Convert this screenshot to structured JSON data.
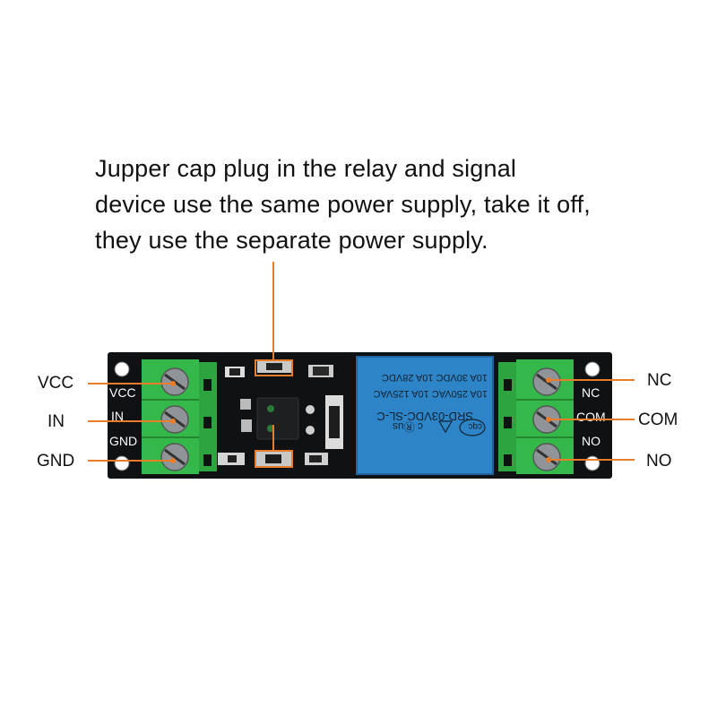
{
  "caption": {
    "lines": [
      "Jupper cap plug in the relay and signal",
      "device use the same power supply, take it off,",
      "they use the separate power supply."
    ]
  },
  "left_pins": {
    "vcc": "VCC",
    "in": "IN",
    "gnd": "GND"
  },
  "right_pins": {
    "nc": "NC",
    "com": "COM",
    "no": "NO"
  },
  "silkscreen": {
    "left": [
      "VCC",
      "IN",
      "GND"
    ],
    "right": [
      "NC",
      "COM",
      "NO"
    ]
  },
  "relay": {
    "line1": "SRD-03VDC-SL-C",
    "line2": "10A 250VAC  10A 125VAC",
    "line3": "10A  30VDC  10A  28VDC",
    "brand": "cqc",
    "ul": "c Ⓡus"
  },
  "colors": {
    "pcb": "#101214",
    "terminal": "#35b84a",
    "relay": "#2d84c6",
    "callout": "#e87d2b"
  }
}
